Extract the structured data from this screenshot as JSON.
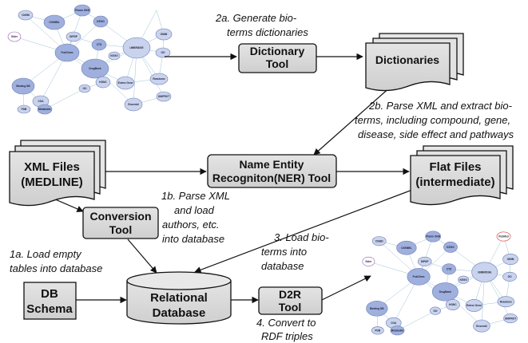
{
  "boxes": {
    "dictionary_tool": [
      "Dictionary",
      "Tool"
    ],
    "dictionaries": [
      "Dictionaries"
    ],
    "xml_files": [
      "XML Files",
      "(MEDLINE)"
    ],
    "ner_tool": [
      "Name Entity",
      "Recogniton(NER) Tool"
    ],
    "flat_files": [
      "Flat Files",
      "(intermediate)"
    ],
    "conversion_tool": [
      "Conversion",
      "Tool"
    ],
    "db_schema": [
      "DB",
      "Schema"
    ],
    "relational_db": [
      "Relational",
      "Database"
    ],
    "d2r_tool": [
      "D2R",
      "Tool"
    ]
  },
  "notes": {
    "n2a": [
      "2a. Generate bio-",
      "terms dictionaries"
    ],
    "n2b": [
      "2b. Parse XML and extract bio-",
      "terms, including compound, gene,",
      "disease, side effect and pathways"
    ],
    "n1b": [
      "1b. Parse XML",
      "and load",
      "authors, etc.",
      "into database"
    ],
    "n1a": [
      "1a. Load empty",
      "tables into database"
    ],
    "n3": [
      "3. Load bio-",
      "terms into",
      "database"
    ],
    "n4": [
      "4. Convert to",
      "RDF triples"
    ]
  },
  "networks": {
    "node_labels": [
      "ChEBI",
      "ChEMBL",
      "Pharm GKB",
      "KEGG",
      "Sider",
      "PubChem",
      "DIPDP",
      "CTD",
      "DrugBank",
      "UMBRIDGE",
      "OMIM",
      "KEGG",
      "GO",
      "Reactome",
      "Binding DB",
      "CGA",
      "Entrez Gene",
      "HGNC",
      "PDB",
      "Metabolite",
      "GO",
      "Ensembl",
      "UNIPROT",
      "PubMed"
    ],
    "colors": {
      "node_fill": "#c9d3ee",
      "node_fill_dark": "#9fb0de",
      "node_stroke": "#6d7fb4",
      "edge": "#9ec4d8",
      "highlight": "#d63a3a",
      "purple": "#9b59b6"
    }
  }
}
